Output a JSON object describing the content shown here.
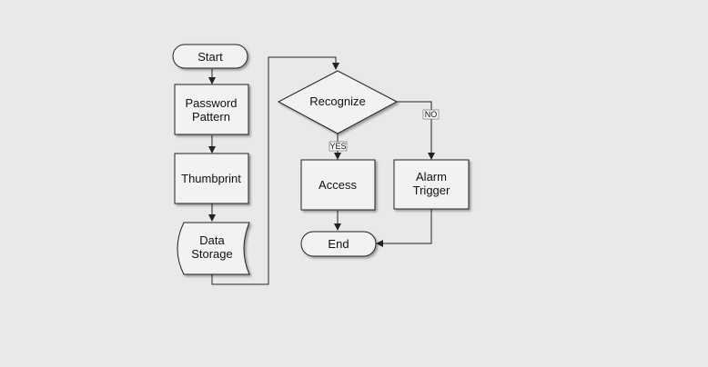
{
  "diagram": {
    "nodes": {
      "start": "Start",
      "password_line1": "Password",
      "password_line2": "Pattern",
      "thumbprint": "Thumbprint",
      "storage_line1": "Data",
      "storage_line2": "Storage",
      "recognize": "Recognize",
      "access": "Access",
      "alarm_line1": "Alarm",
      "alarm_line2": "Trigger",
      "end": "End"
    },
    "edge_labels": {
      "yes": "YES",
      "no": "NO"
    }
  }
}
